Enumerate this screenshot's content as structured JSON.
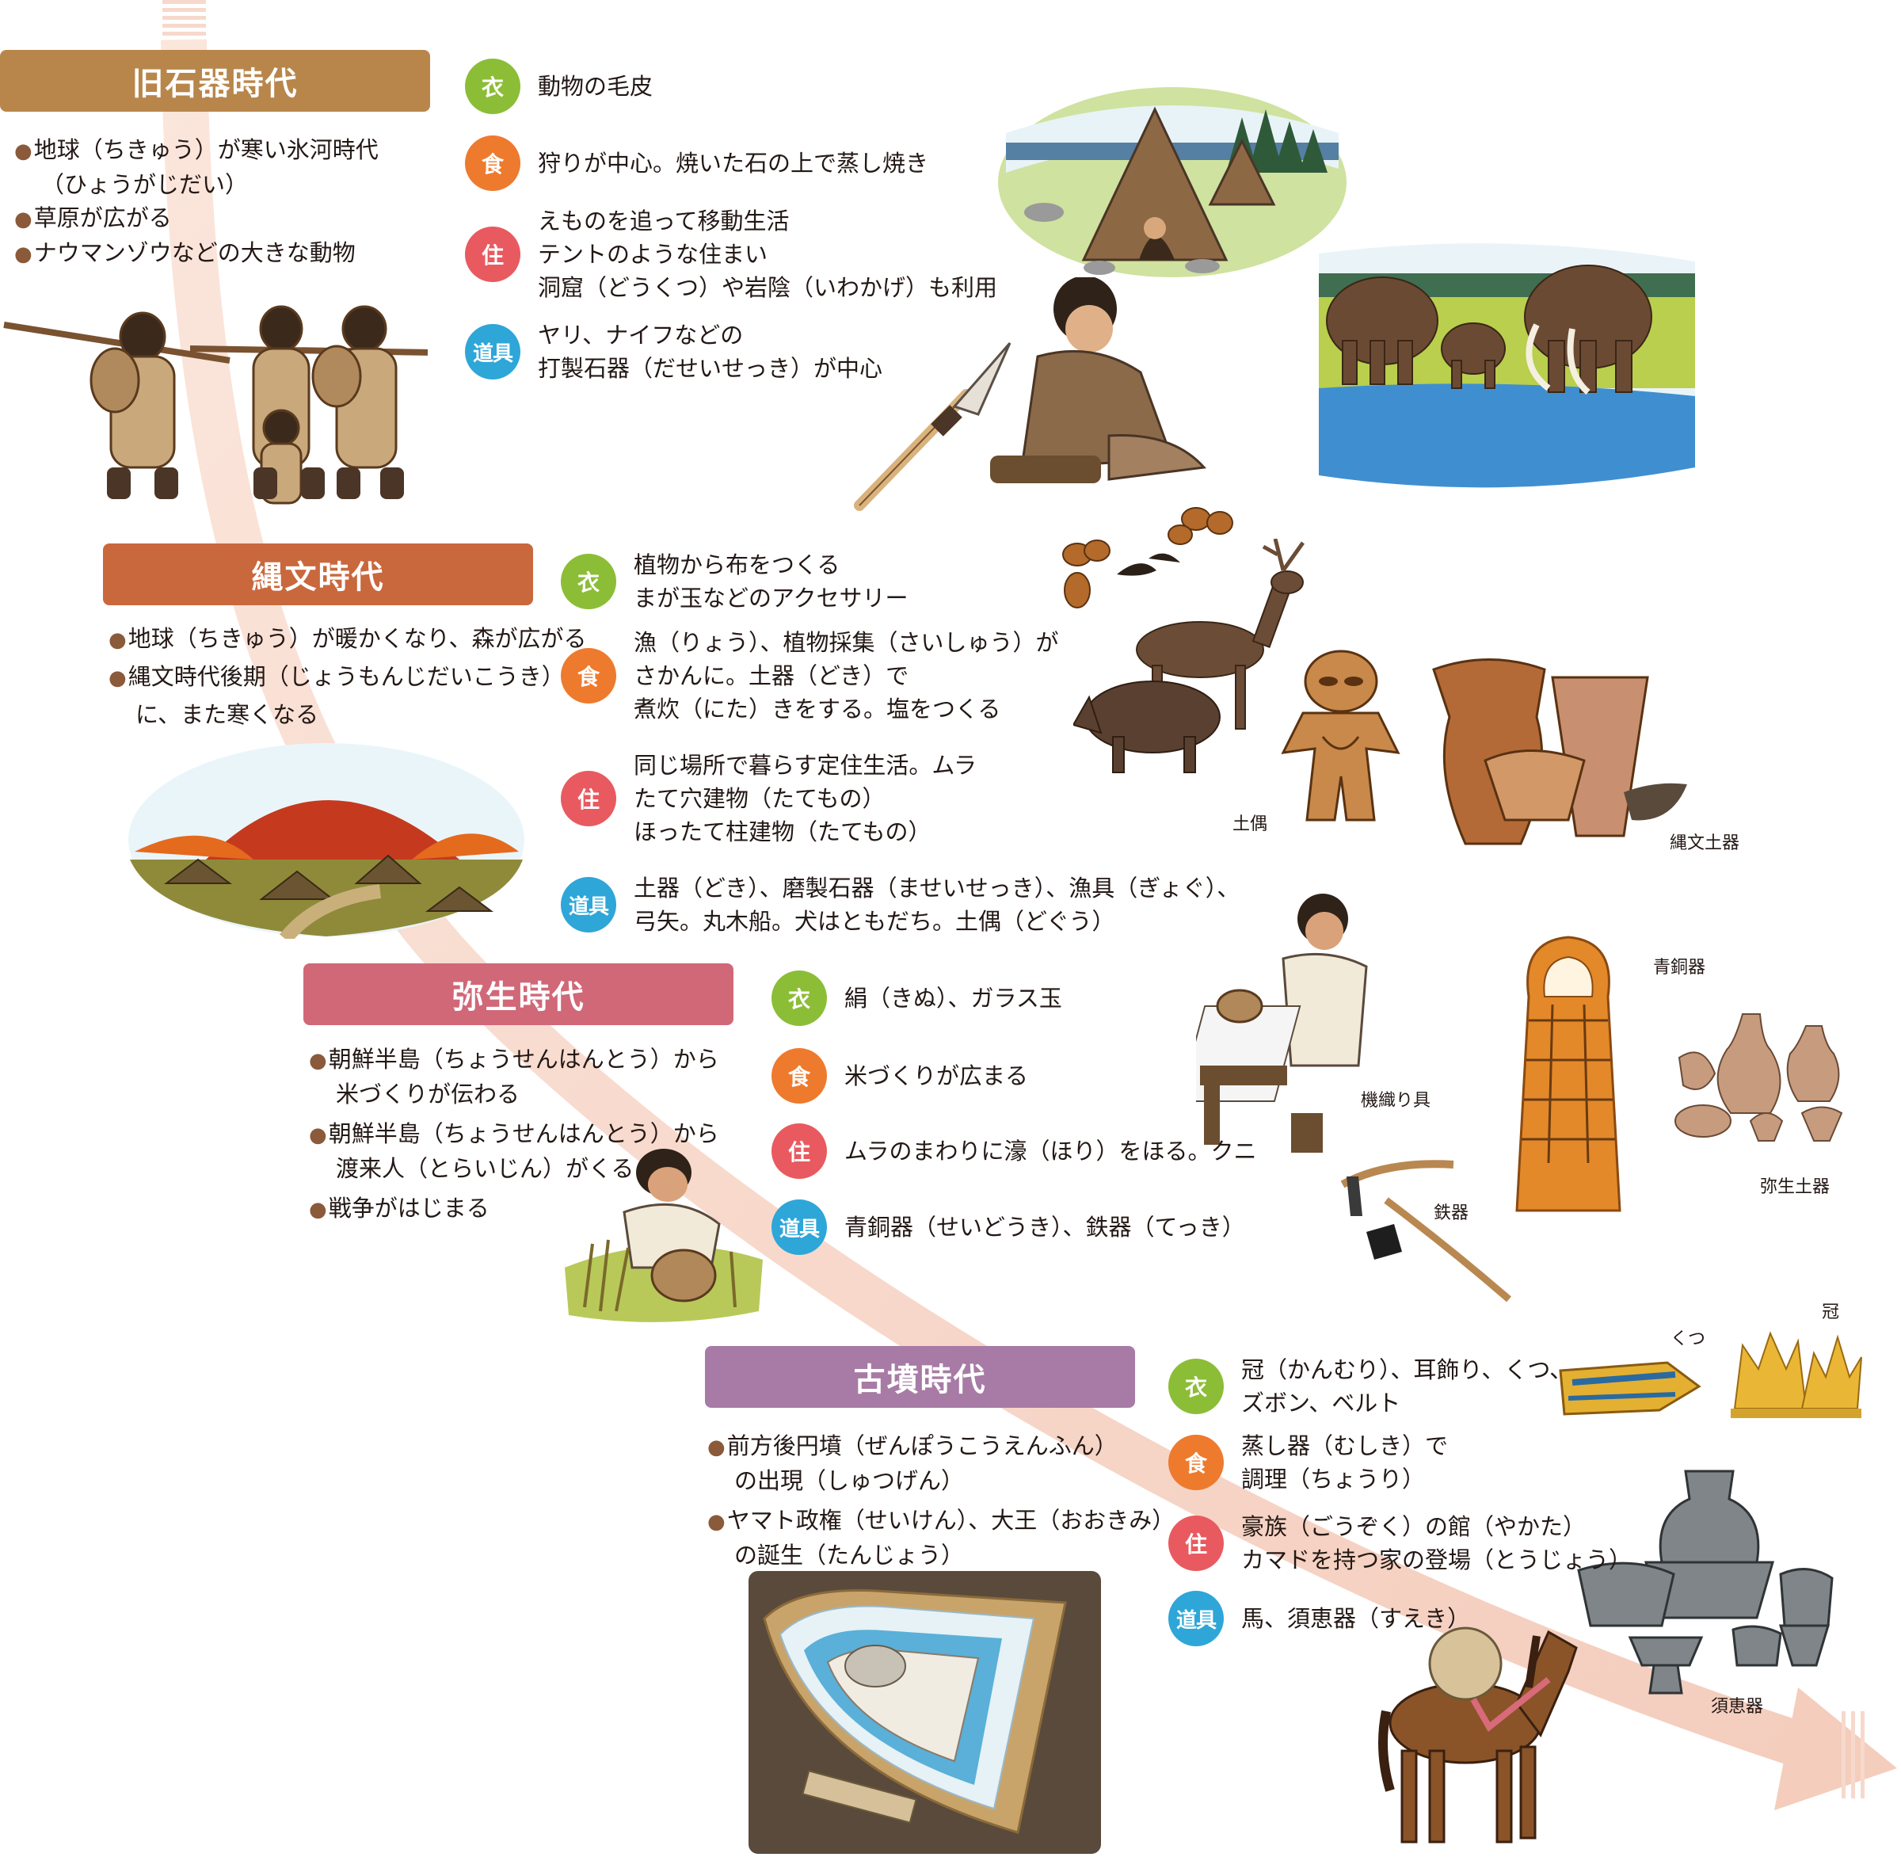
{
  "colors": {
    "arrow": "#f6d9cc",
    "paleolithic": "#b8864b",
    "jomon": "#c9683d",
    "yayoi": "#d06878",
    "kofun": "#a77ba5",
    "clothing": "#8cbd37",
    "food": "#ee7a2e",
    "housing": "#e85a60",
    "tools": "#2ea6d8"
  },
  "categories": {
    "clothing": "衣",
    "food": "食",
    "housing": "住",
    "tools": "道具"
  },
  "eras": {
    "paleolithic": {
      "title": "旧石器時代",
      "bullets": [
        [
          "地球（ちきゅう）が寒い氷河時代",
          "（ひょうがじだい）"
        ],
        [
          "草原が広がる"
        ],
        [
          "ナウマンゾウなどの大きな動物"
        ]
      ],
      "clothing": [
        "動物の毛皮"
      ],
      "food": [
        "狩りが中心。焼いた石の上で蒸し焼き"
      ],
      "housing": [
        "えものを追って移動生活",
        "テントのような住まい",
        "洞窟（どうくつ）や岩陰（いわかげ）も利用"
      ],
      "tools": [
        "ヤリ、ナイフなどの",
        "打製石器（だせいせっき）が中心"
      ]
    },
    "jomon": {
      "title": "縄文時代",
      "bullets": [
        [
          "地球（ちきゅう）が暖かくなり、森が広がる"
        ],
        [
          "縄文時代後期（じょうもんじだいこうき）",
          "に、また寒くなる"
        ]
      ],
      "clothing": [
        "植物から布をつくる",
        "まが玉などのアクセサリー"
      ],
      "food": [
        "漁（りょう）、植物採集（さいしゅう）が",
        "さかんに。土器（どき）で",
        "煮炊（にた）きをする。塩をつくる"
      ],
      "housing": [
        "同じ場所で暮らす定住生活。ムラ",
        "たて穴建物（たてもの）",
        "ほったて柱建物（たてもの）"
      ],
      "tools": [
        "土器（どき）、磨製石器（ませいせっき）、漁具（ぎょぐ）、",
        "弓矢。丸木船。犬はともだち。土偶（どぐう）"
      ],
      "captions": {
        "dogu": "土偶",
        "pottery": "縄文土器"
      }
    },
    "yayoi": {
      "title": "弥生時代",
      "bullets": [
        [
          "朝鮮半島（ちょうせんはんとう）から",
          "米づくりが伝わる"
        ],
        [
          "朝鮮半島（ちょうせんはんとう）から",
          "渡来人（とらいじん）がくる"
        ],
        [
          "戦争がはじまる"
        ]
      ],
      "clothing": [
        "絹（きぬ）、ガラス玉"
      ],
      "food": [
        "米づくりが広まる"
      ],
      "housing": [
        "ムラのまわりに濠（ほり）をほる。クニ"
      ],
      "tools": [
        "青銅器（せいどうき）、鉄器（てっき）"
      ],
      "captions": {
        "bronze": "青銅器",
        "loom": "機織り具",
        "iron": "鉄器",
        "pottery": "弥生土器"
      }
    },
    "kofun": {
      "title": "古墳時代",
      "bullets": [
        [
          "前方後円墳（ぜんぽうこうえんふん）",
          "の出現（しゅつげん）"
        ],
        [
          "ヤマト政権（せいけん）、大王（おおきみ）",
          "の誕生（たんじょう）"
        ]
      ],
      "clothing": [
        "冠（かんむり）、耳飾り、くつ、",
        "ズボン、ベルト"
      ],
      "food": [
        "蒸し器（むしき）で",
        "調理（ちょうり）"
      ],
      "housing": [
        "豪族（ごうぞく）の館（やかた）",
        "カマドを持つ家の登場（とうじょう）"
      ],
      "tools": [
        "馬、須恵器（すえき）"
      ],
      "captions": {
        "crown": "冠",
        "shoes": "くつ",
        "sueki": "須恵器"
      }
    }
  }
}
